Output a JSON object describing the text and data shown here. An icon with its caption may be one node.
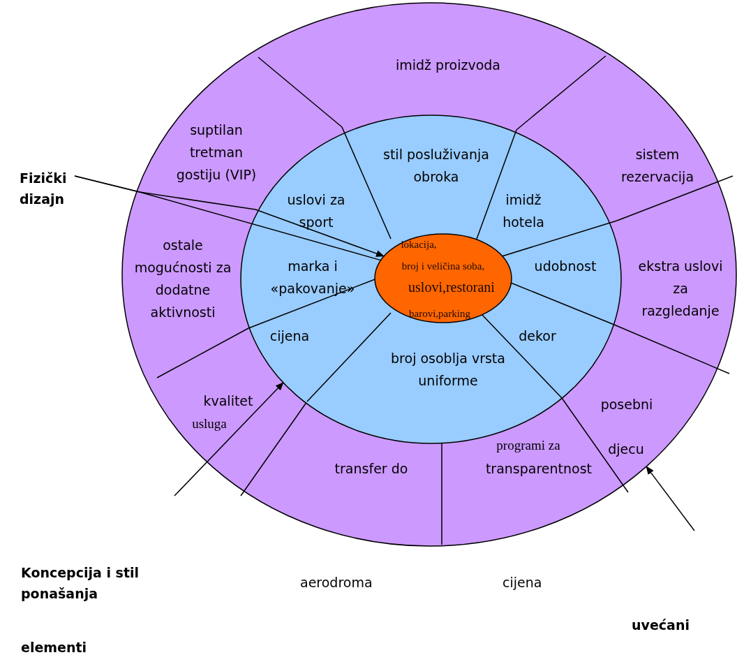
{
  "diagram": {
    "nodes": [
      {
        "text": [
          "imidž proizvoda",
          "suptilan tretman gostiju (VIP)",
          "sistem rezervacija",
          "ostale mogućnosti za dodatne aktivnosti",
          "ekstra uslovi za razgledanje",
          "kvalitet",
          "usluga",
          "posebni",
          "programi za",
          "djecu",
          "transfer do",
          "transparentnost"
        ]
      },
      {
        "text": [
          "stil posluživanja obroka",
          "uslovi za sport",
          "imidž hotela",
          "marka i «pakovanje»",
          "udobnost",
          "cijena",
          "dekor",
          "broj osoblja vrsta uniforme"
        ],
        "in": 0
      },
      {
        "text": [
          "lokacija,",
          "broj i veličina soba,",
          "uslovi,restorani",
          "barovi,parking"
        ],
        "in": 1
      },
      {
        "text": [
          "Fizički dizajn"
        ]
      }
    ],
    "edges": [
      {
        "from": 3,
        "to": 2,
        "arrow": "to"
      },
      {
        "from": 3,
        "to": 2,
        "arrow": "none"
      },
      {
        "from": null,
        "to": 1,
        "arrow": "to"
      },
      {
        "from": null,
        "to": 0,
        "arrow": "to"
      }
    ],
    "labels": [
      "Koncepcija i stil ponašanja",
      "aerodroma",
      "cijena",
      "uvećani",
      "elementi"
    ]
  }
}
